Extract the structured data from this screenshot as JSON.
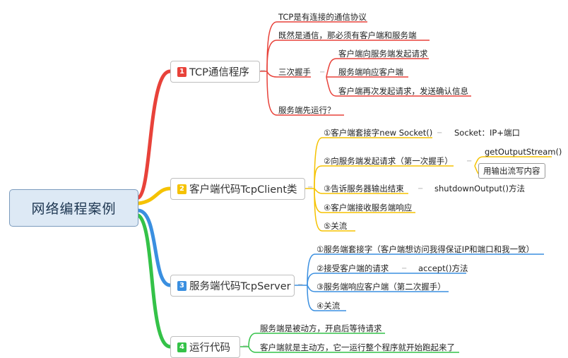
{
  "root": {
    "title": "网络编程案例"
  },
  "colors": {
    "red": "#e8423a",
    "yellow": "#f5c200",
    "blue": "#3a8fe0",
    "green": "#34c248"
  },
  "branches": [
    {
      "number": "1",
      "title": "TCP通信程序",
      "color": "#e8423a",
      "children": [
        {
          "text": "TCP是有连接的通信协议"
        },
        {
          "text": "既然是通信，那必须有客户端和服务端"
        },
        {
          "text": "三次握手",
          "children": [
            {
              "text": "客户端向服务端发起请求"
            },
            {
              "text": "服务端响应客户端"
            },
            {
              "text": "客户端再次发起请求，发送确认信息"
            }
          ]
        },
        {
          "text": "服务端先运行？"
        }
      ]
    },
    {
      "number": "2",
      "title": "客户端代码TcpClient类",
      "color": "#f5c200",
      "children": [
        {
          "text": "①客户端套接字new Socket()",
          "note": "Socket：IP+端口"
        },
        {
          "text": "②向服务端发起请求（第一次握手）",
          "children": [
            {
              "text": "getOutputStream()"
            },
            {
              "text": "用输出流写内容"
            }
          ]
        },
        {
          "text": "③告诉服务器输出结束",
          "note": "shutdownOutput()方法"
        },
        {
          "text": "④客户端接收服务端响应"
        },
        {
          "text": "⑤关流"
        }
      ]
    },
    {
      "number": "3",
      "title": "服务端代码TcpServer",
      "color": "#3a8fe0",
      "children": [
        {
          "text": "①服务端套接字（客户端想访问我得保证IP和端口和我一致）"
        },
        {
          "text": "②接受客户端的请求",
          "note": "accept()方法"
        },
        {
          "text": "③服务端响应客户端（第二次握手）"
        },
        {
          "text": "④关流"
        }
      ]
    },
    {
      "number": "4",
      "title": "运行代码",
      "color": "#34c248",
      "children": [
        {
          "text": "服务端是被动方，开启后等待请求"
        },
        {
          "text": "客户端就是主动方，它一运行整个程序就开始跑起来了"
        }
      ]
    }
  ]
}
